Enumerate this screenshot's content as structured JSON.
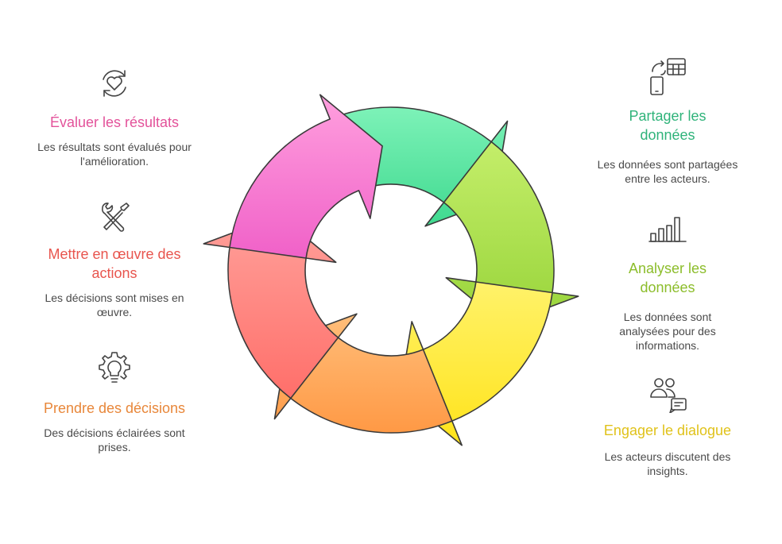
{
  "steps": [
    {
      "id": "evaluer",
      "title": "Évaluer les résultats",
      "desc": "Les résultats sont évalués pour l'amélioration.",
      "color": "#e3529a",
      "icon": "heart-cycle-icon"
    },
    {
      "id": "mettre",
      "title": "Mettre en œuvre des actions",
      "desc": "Les décisions sont mises en œuvre.",
      "color": "#e8554e",
      "icon": "tools-icon"
    },
    {
      "id": "prendre",
      "title": "Prendre des décisions",
      "desc": "Des décisions éclairées sont prises.",
      "color": "#e8873a",
      "icon": "lightbulb-gear-icon"
    },
    {
      "id": "partager",
      "title": "Partager les données",
      "desc": "Les données sont partagées entre les acteurs.",
      "color": "#2fb37a",
      "icon": "phone-table-share-icon"
    },
    {
      "id": "analyser",
      "title": "Analyser les données",
      "desc": "Les données sont analysées pour des informations.",
      "color": "#8cbd2b",
      "icon": "bar-chart-icon"
    },
    {
      "id": "engager",
      "title": "Engager le dialogue",
      "desc": "Les acteurs discutent des insights.",
      "color": "#e0c21a",
      "icon": "users-chat-icon"
    }
  ],
  "cycle_colors": [
    [
      "#7df2b8",
      "#3fd98f"
    ],
    [
      "#c4ee6a",
      "#98d43a"
    ],
    [
      "#fff26a",
      "#ffe31a"
    ],
    [
      "#ffbe7a",
      "#ff9945"
    ],
    [
      "#ffa09a",
      "#ff6f6a"
    ],
    [
      "#ff9fde",
      "#f061c8"
    ]
  ]
}
